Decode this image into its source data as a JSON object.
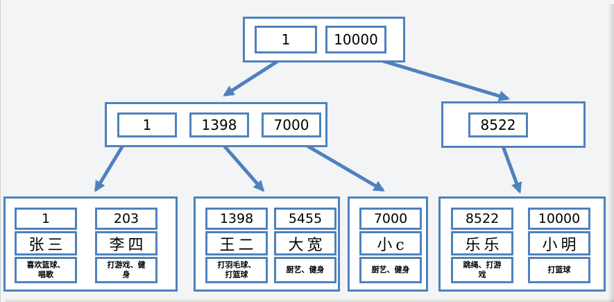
{
  "diagram": {
    "type": "btree-index",
    "colors": {
      "node_border": "#4F81BD",
      "arrow": "#4F81BD",
      "background": "#F3F4F5",
      "node_fill": "#FFFFFF",
      "text": "#000000"
    },
    "root": {
      "keys": [
        "1",
        "10000"
      ]
    },
    "internal": {
      "left": {
        "keys": [
          "1",
          "1398",
          "7000"
        ]
      },
      "right": {
        "keys": [
          "8522"
        ]
      }
    },
    "leaves": [
      {
        "records": [
          {
            "id": "1",
            "name": "张三",
            "hobby": "喜欢篮球、唱歌"
          },
          {
            "id": "203",
            "name": "李四",
            "hobby": "打游戏、健身"
          }
        ]
      },
      {
        "records": [
          {
            "id": "1398",
            "name": "王二",
            "hobby": "打羽毛球、打篮球"
          },
          {
            "id": "5455",
            "name": "大宽",
            "hobby": "厨艺、健身"
          }
        ]
      },
      {
        "records": [
          {
            "id": "7000",
            "name": "小c",
            "hobby": "厨艺、健身"
          }
        ]
      },
      {
        "records": [
          {
            "id": "8522",
            "name": "乐乐",
            "hobby": "跳绳、打游戏"
          },
          {
            "id": "10000",
            "name": "小明",
            "hobby": "打篮球"
          }
        ]
      }
    ],
    "edges": [
      {
        "from": "root-key-1",
        "to": "internal-node-left"
      },
      {
        "from": "root-key-10000",
        "to": "internal-node-right"
      },
      {
        "from": "internal-left-key-1",
        "to": "leaf-node-1"
      },
      {
        "from": "internal-left-key-1398",
        "to": "leaf-node-2"
      },
      {
        "from": "internal-left-key-7000",
        "to": "leaf-node-3"
      },
      {
        "from": "internal-right-key-8522",
        "to": "leaf-node-4"
      }
    ]
  }
}
